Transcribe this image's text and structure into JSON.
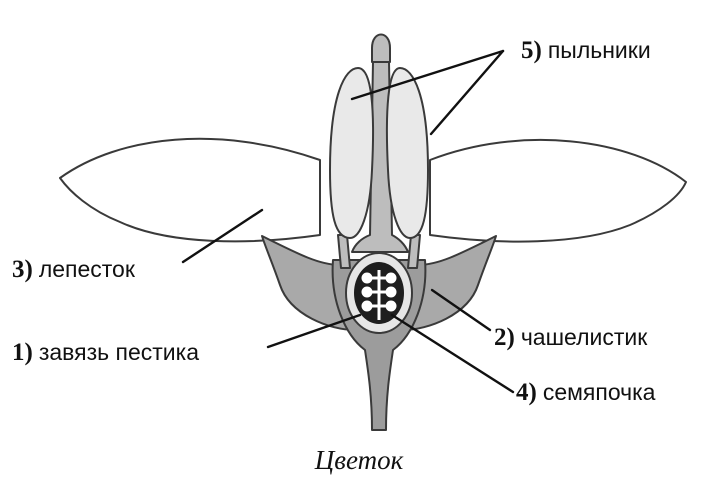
{
  "caption": "Цветок",
  "labels": [
    {
      "id": "pistil-ovary",
      "num": "1)",
      "text": "завязь пестика"
    },
    {
      "id": "sepal",
      "num": "2)",
      "text": "чашелистик"
    },
    {
      "id": "petal",
      "num": "3)",
      "text": "лепесток"
    },
    {
      "id": "ovule",
      "num": "4)",
      "text": "семяпочка"
    },
    {
      "id": "anthers",
      "num": "5)",
      "text": "пыльники"
    }
  ],
  "colors": {
    "outline": "#3a3a3a",
    "petal_fill": "#ffffff",
    "anther_fill": "#e9e9e9",
    "sepal_fill": "#a9a9a9",
    "stem_fill": "#9c9c9c",
    "ovary_cavity": "#1e1e1e",
    "ovule_fill": "#ffffff"
  }
}
